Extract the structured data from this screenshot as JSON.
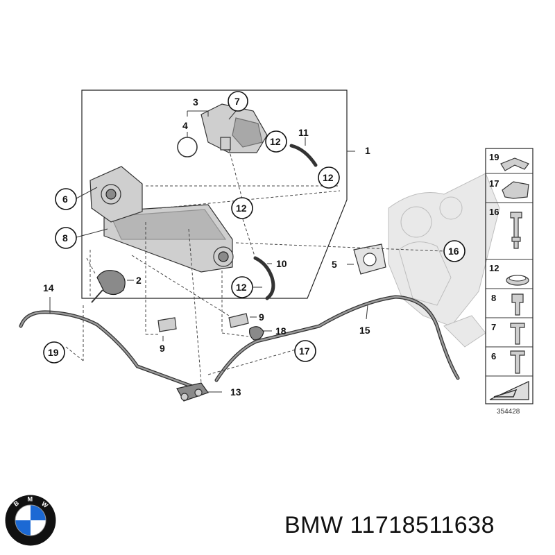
{
  "brand": {
    "name": "BMW",
    "part_number": "11718511638",
    "caption": "BMW 11718511638",
    "logo_colors": {
      "blue": "#1c69d4",
      "white": "#ffffff",
      "ring": "#111111"
    }
  },
  "diagram": {
    "reference_number": "354428",
    "callouts": {
      "c1": "1",
      "c2": "2",
      "c3": "3",
      "c4": "4",
      "c5": "5",
      "c6": "6",
      "c7": "7",
      "c8": "8",
      "c9a": "9",
      "c9b": "9",
      "c10": "10",
      "c11": "11",
      "c12a": "12",
      "c12b": "12",
      "c12c": "12",
      "c12d": "12",
      "c13": "13",
      "c14": "14",
      "c15": "15",
      "c16": "16",
      "c17": "17",
      "c18": "18",
      "c19": "19"
    },
    "legend_panel": [
      "19",
      "17",
      "16",
      "12",
      "8",
      "7",
      "6"
    ]
  }
}
